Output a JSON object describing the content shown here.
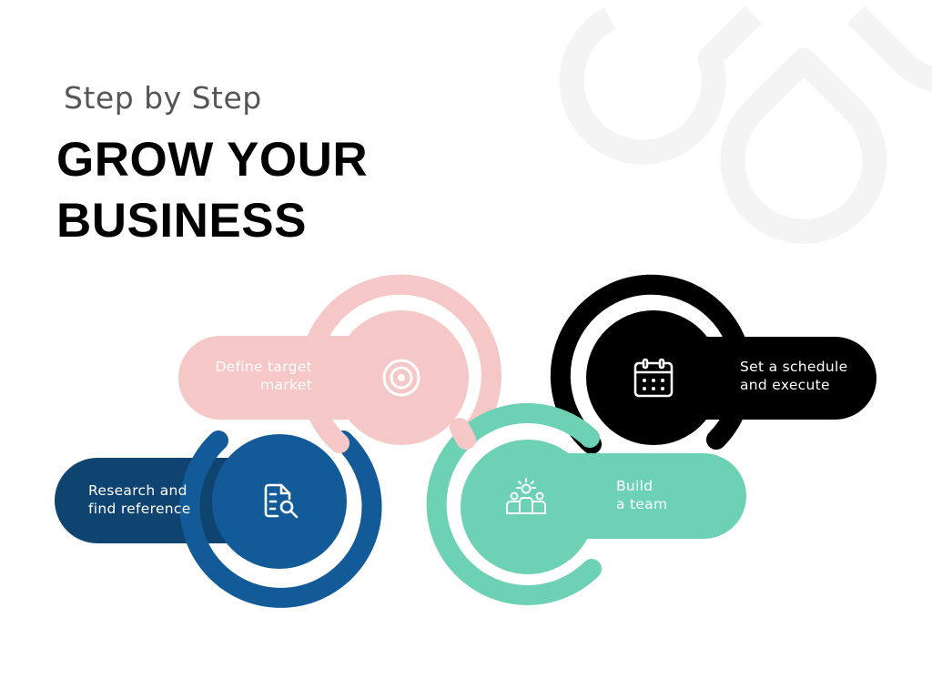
{
  "header": {
    "subtitle": "Step by Step",
    "title_line1": "GROW YOUR",
    "title_line2": "BUSINESS"
  },
  "steps": [
    {
      "label_line1": "Research and",
      "label_line2": "find reference",
      "icon": "document-search-icon",
      "color": "#135b98",
      "pill_color": "#0f4471"
    },
    {
      "label_line1": "Define target",
      "label_line2": "market",
      "icon": "target-icon",
      "color": "#f5c7c7",
      "pill_color": "#f5c7c7"
    },
    {
      "label_line1": "Build",
      "label_line2": "a team",
      "icon": "team-icon",
      "color": "#6dd1b4",
      "pill_color": "#6dd1b4"
    },
    {
      "label_line1": "Set a schedule",
      "label_line2": "and execute",
      "icon": "calendar-icon",
      "color": "#000000",
      "pill_color": "#000000"
    }
  ],
  "decoration": {
    "icon": "droplet-pattern-icon",
    "color": "#f4f4f4"
  }
}
